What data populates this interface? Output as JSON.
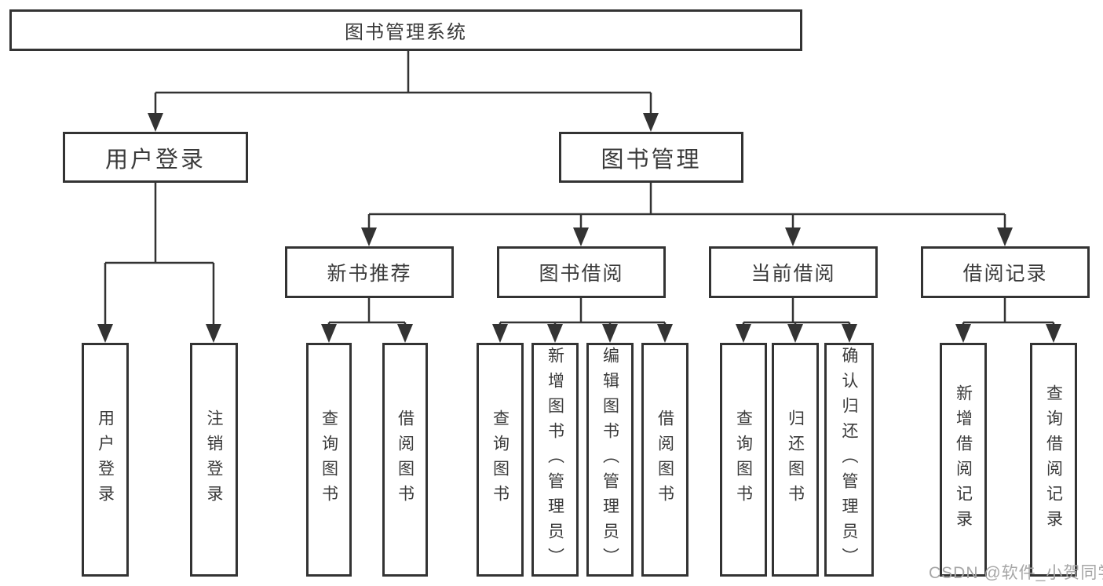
{
  "diagram": {
    "root": {
      "label": "图书管理系统"
    },
    "children": [
      {
        "label": "用户登录",
        "children": [
          "用户登录",
          "注销登录"
        ]
      },
      {
        "label": "图书管理",
        "children": [
          {
            "label": "新书推荐",
            "children": [
              "查询图书",
              "借阅图书"
            ]
          },
          {
            "label": "图书借阅",
            "children": [
              "查询图书",
              "新增图书（管理员）",
              "编辑图书（管理员）",
              "借阅图书"
            ]
          },
          {
            "label": "当前借阅",
            "children": [
              "查询图书",
              "归还图书",
              "确认归还（管理员）"
            ]
          },
          {
            "label": "借阅记录",
            "children": [
              "新增借阅记录",
              "查询借阅记录"
            ]
          }
        ]
      }
    ]
  },
  "watermark": "CSDN @软件_小贺同学",
  "colors": {
    "line": "#333333",
    "border": "#333333",
    "text": "#3a3a3a",
    "watermark": "#a6a6a6",
    "background": "#ffffff"
  }
}
